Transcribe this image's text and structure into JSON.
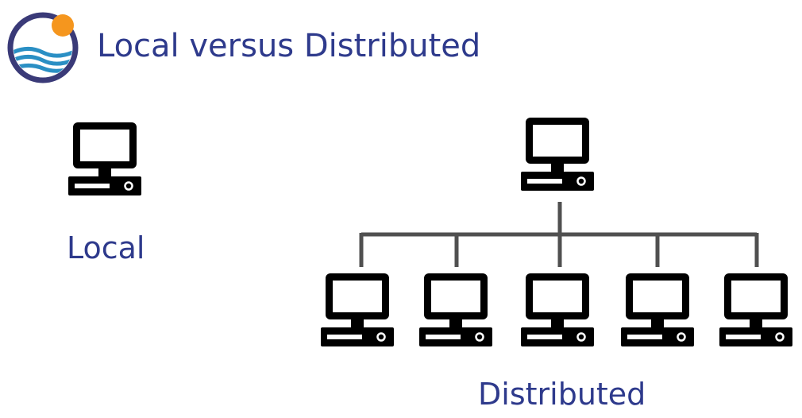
{
  "title": "Local versus Distributed",
  "labels": {
    "local": "Local",
    "distributed": "Distributed"
  },
  "icons": {
    "logo": "sun-over-waves-logo",
    "computer": "desktop-computer-icon"
  },
  "colors": {
    "title_text": "#2e3a8c",
    "logo_ring": "#3a3a78",
    "logo_sun": "#f5961e",
    "logo_wave": "#2a8fc4",
    "network_line": "#505050",
    "computer": "#000000"
  },
  "diagram": {
    "local_computers": 1,
    "distributed_server_count": 1,
    "distributed_client_count": 5
  }
}
